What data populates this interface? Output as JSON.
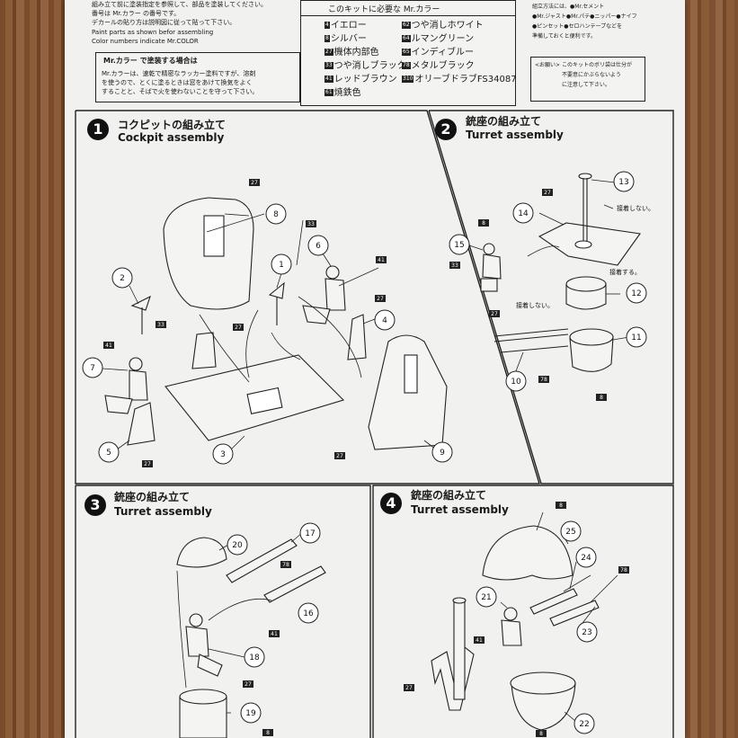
{
  "header": {
    "left_notes": [
      "組み立て前に塗装指定を参照して、部品を塗装してください。",
      "番号は Mr.カラー の番号です。",
      "デカールの貼り方は説明図に従って貼って下さい。",
      "Paint parts as shown befor assembling",
      "Color numbers indicate Mr.COLOR"
    ],
    "caution_title": "Mr.カラー で塗装する場合は",
    "caution_text": [
      "Mr.カラーは、速乾で精密なラッカー塗料ですが、溶剤",
      "を使うので、とくに塗るときは窓をあけて換気をよく",
      "することと、そばで火を使わないことを守って下さい。"
    ],
    "paint_header": "このキットに必要な Mr.カラー",
    "paints_left": [
      {
        "code": "4",
        "name": "イエロー"
      },
      {
        "code": "8",
        "name": "シルバー"
      },
      {
        "code": "27",
        "name": "機体内部色"
      },
      {
        "code": "33",
        "name": "つや消しブラック"
      },
      {
        "code": "41",
        "name": "レッドブラウン"
      },
      {
        "code": "61",
        "name": "焼鉄色"
      }
    ],
    "paints_right": [
      {
        "code": "62",
        "name": "つや消しホワイト"
      },
      {
        "code": "64",
        "name": "ルマングリーン"
      },
      {
        "code": "65",
        "name": "インディブルー"
      },
      {
        "code": "78",
        "name": "メタルブラック"
      },
      {
        "code": "310",
        "name": "オリーブドラブFS34087"
      }
    ],
    "tools_lines": [
      "組立方法には、●Mr.セメント",
      "●Mr.ジャスト●Mr.パテ●ニッパー●ナイフ",
      "●ピンセット●セロハンテープなどを",
      "準備しておくと便利です。"
    ],
    "note_title": "<お願い>",
    "note_lines": [
      "このキットのボリ袋は仕分が",
      "不要意にかぶらないよう",
      "に注意して下さい。"
    ]
  },
  "sections": [
    {
      "num": "1",
      "jp": "コクピットの組み立て",
      "en": "Cockpit assembly"
    },
    {
      "num": "2",
      "jp": "銃座の組み立て",
      "en": "Turret assembly"
    },
    {
      "num": "3",
      "jp": "銃座の組み立て",
      "en": "Turret assembly"
    },
    {
      "num": "4",
      "jp": "銃座の組み立て",
      "en": "Turret assembly"
    }
  ],
  "callouts": {
    "glue": "接着する。",
    "no_glue": "接着しない。"
  },
  "part_numbers": {
    "s1": [
      "8",
      "6",
      "2",
      "1",
      "7",
      "4",
      "5",
      "3",
      "9"
    ],
    "s2": [
      "13",
      "14",
      "15",
      "12",
      "11",
      "10"
    ],
    "s3": [
      "20",
      "17",
      "16",
      "18",
      "19"
    ],
    "s4": [
      "25",
      "24",
      "21",
      "23",
      "22"
    ]
  },
  "color_codes": {
    "s1": [
      "27",
      "33",
      "41",
      "27",
      "33",
      "41",
      "27",
      "27",
      "27"
    ],
    "s2": [
      "27",
      "8",
      "33",
      "27",
      "78",
      "8"
    ],
    "s3": [
      "78",
      "41",
      "27",
      "8"
    ],
    "s4": [
      "8",
      "78",
      "41",
      "27",
      "8"
    ]
  }
}
